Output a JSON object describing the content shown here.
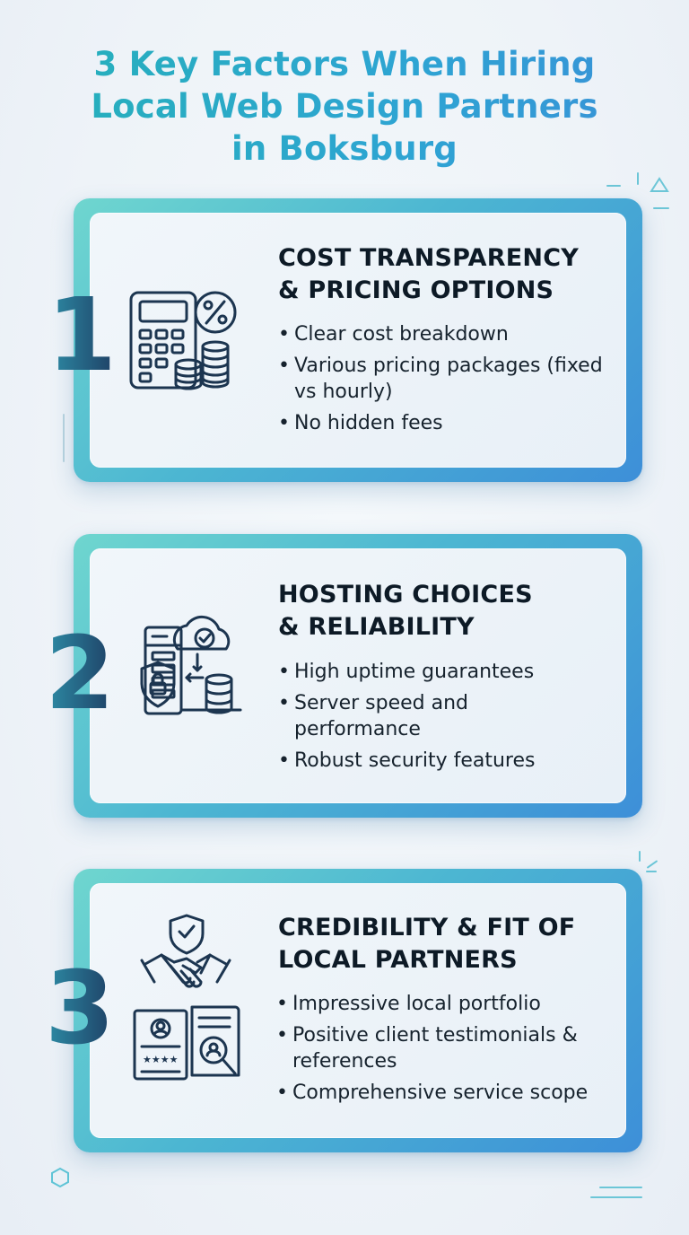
{
  "title": {
    "line1": "3 Key Factors When Hiring",
    "line2": "Local Web Design Partners",
    "line3": "in Boksburg"
  },
  "colors": {
    "title_gradient_start": "#25b1b8",
    "title_gradient_end": "#3a8fd8",
    "card_border_start": "#6fd6cf",
    "card_border_end": "#3d8fd8",
    "number_gradient_start": "#2d8ca6",
    "number_gradient_end": "#1e3f64"
  },
  "factors": [
    {
      "number": "1",
      "icon": "calculator-percent-coins-icon",
      "title_line1": "COST TRANSPARENCY",
      "title_line2": "& PRICING OPTIONS",
      "bullets": [
        "Clear cost breakdown",
        "Various pricing packages (fixed vs hourly)",
        "No hidden fees"
      ]
    },
    {
      "number": "2",
      "icon": "cloud-server-security-database-icon",
      "title_line1": "HOSTING CHOICES",
      "title_line2": "& RELIABILITY",
      "bullets": [
        "High uptime guarantees",
        "Server speed and performance",
        "Robust security features"
      ]
    },
    {
      "number": "3",
      "icon": "handshake-shield-profile-search-icon",
      "title_line1": "CREDIBILITY & FIT OF",
      "title_line2": "LOCAL PARTNERS",
      "bullets": [
        "Impressive local portfolio",
        "Positive client testimonials & references",
        "Comprehensive service scope"
      ]
    }
  ]
}
